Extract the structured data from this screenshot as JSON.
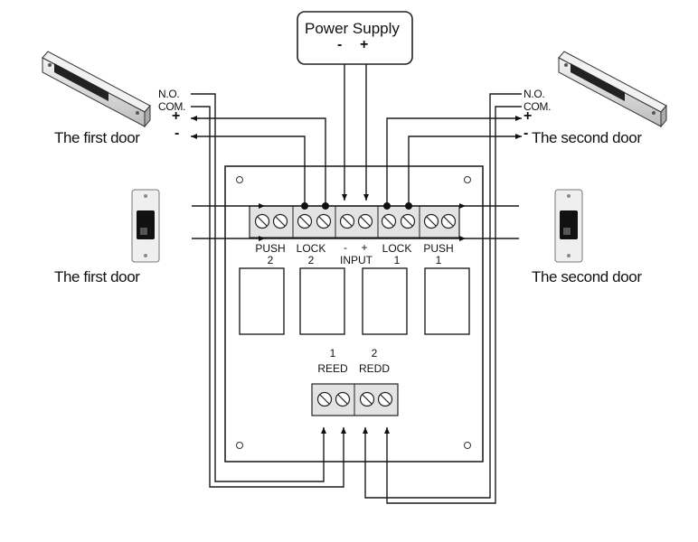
{
  "power_supply": {
    "title": "Power Supply",
    "minus": "-",
    "plus": "+"
  },
  "left_lock": {
    "no": "N.O.",
    "com": "COM.",
    "plus": "+",
    "minus": "-",
    "door_label": "The first door"
  },
  "right_lock": {
    "no": "N.O.",
    "com": "COM.",
    "plus": "+",
    "minus": "-",
    "door_label": "The second  door"
  },
  "left_button": {
    "door_label": "The first door"
  },
  "right_button": {
    "door_label": "The second  door"
  },
  "terminals": {
    "push2": {
      "name": "PUSH",
      "num": "2"
    },
    "lock2": {
      "name": "LOCK",
      "num": "2"
    },
    "input_minus": "-",
    "input_plus": "+",
    "input": "INPUT",
    "lock1": {
      "name": "LOCK",
      "num": "1"
    },
    "push1": {
      "name": "PUSH",
      "num": "1"
    }
  },
  "reed": {
    "num1": "1",
    "num2": "2",
    "label1": "REED",
    "label2": "REDD"
  },
  "colors": {
    "line": "#1a1a1a",
    "board": "#ffffff",
    "terminal": "#d9d9d9"
  }
}
